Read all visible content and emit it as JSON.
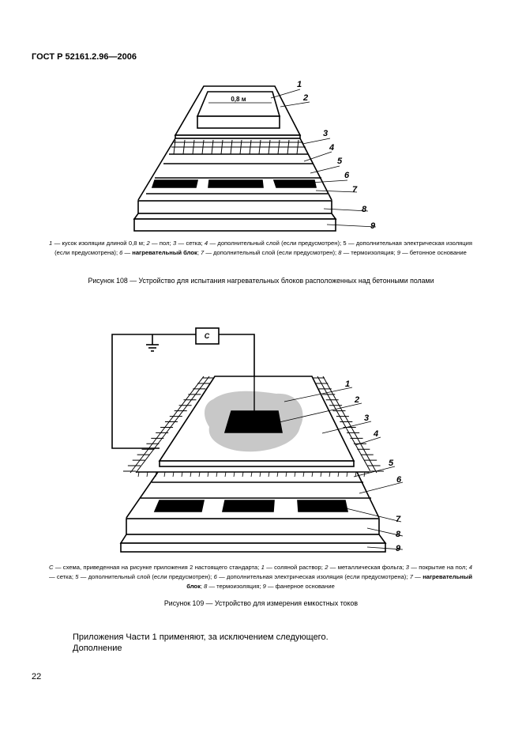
{
  "header": "ГОСТ Р 52161.2.96—2006",
  "figure108": {
    "dimension": "0,8 м",
    "labels": [
      "1",
      "2",
      "3",
      "4",
      "5",
      "6",
      "7",
      "8",
      "9"
    ],
    "legend": [
      {
        "n": "1",
        "t": " — кусок изоляции длиной 0,8 м; "
      },
      {
        "n": "2",
        "t": " — пол; "
      },
      {
        "n": "3",
        "t": " — сетка; "
      },
      {
        "n": "4",
        "t": " — дополнительный слой (если предусмотрен); 5 — дополнительная электрическая изоляция (если предусмотрена); "
      },
      {
        "n": "6",
        "t": " — ",
        "b": "нагревательный блок"
      },
      {
        "t": "; "
      },
      {
        "n": "7",
        "t": " — дополнительный слой (если предусмотрен); "
      },
      {
        "n": "8",
        "t": " — термоизоляция; "
      },
      {
        "n": "9",
        "t": " — бетонное основание"
      }
    ],
    "title": "Рисунок 108 — Устройство для испытания нагревательных блоков расположенных над бетонными полами"
  },
  "figure109": {
    "box_label": "C",
    "labels": [
      "1",
      "2",
      "3",
      "4",
      "5",
      "6",
      "7",
      "8",
      "9"
    ],
    "legend": [
      {
        "n": "C",
        "t": " — схема, приведенная на рисунке  приложения 2 настоящего стандарта; "
      },
      {
        "n": "1",
        "t": " — соляной раствор; "
      },
      {
        "n": "2",
        "t": " — металлическая фольга; "
      },
      {
        "n": "3",
        "t": " — покрытие на пол; "
      },
      {
        "n": "4",
        "t": " — сетка; "
      },
      {
        "n": "5",
        "t": " — дополнительный слой (если предусмотрен); "
      },
      {
        "n": "6",
        "t": " — дополнительная электрическая изоляция (если предусмотрена); "
      },
      {
        "n": "7",
        "t": " — ",
        "b": "нагревательный блок"
      },
      {
        "t": "; "
      },
      {
        "n": "8",
        "t": " — термоизоляция; "
      },
      {
        "n": "9",
        "t": " — фанерное основание"
      }
    ],
    "title": "Рисунок 109 — Устройство для измерения емкостных токов"
  },
  "body": [
    "Приложения Части 1 применяют, за исключением следующего.",
    "Дополнение"
  ],
  "page_number": "22"
}
